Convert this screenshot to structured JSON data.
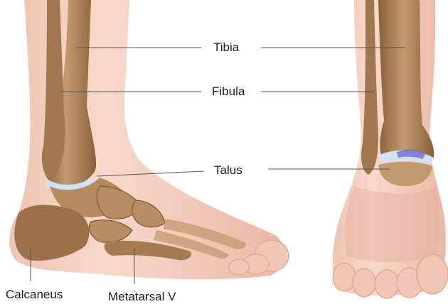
{
  "diagram": {
    "labels": {
      "tibia": "Tibia",
      "fibula": "Fibula",
      "talus": "Talus",
      "calcaneus": "Calcaneus",
      "metatarsal_v": "Metatarsal V"
    },
    "colors": {
      "skin": "#f3cdbd",
      "skin_shadow": "#e2aa96",
      "bone": "#b98d63",
      "bone_dark": "#7e5632",
      "bone_light": "#d4b08a",
      "cartilage": "#cfe3f3",
      "leader_line": "#555555"
    }
  }
}
